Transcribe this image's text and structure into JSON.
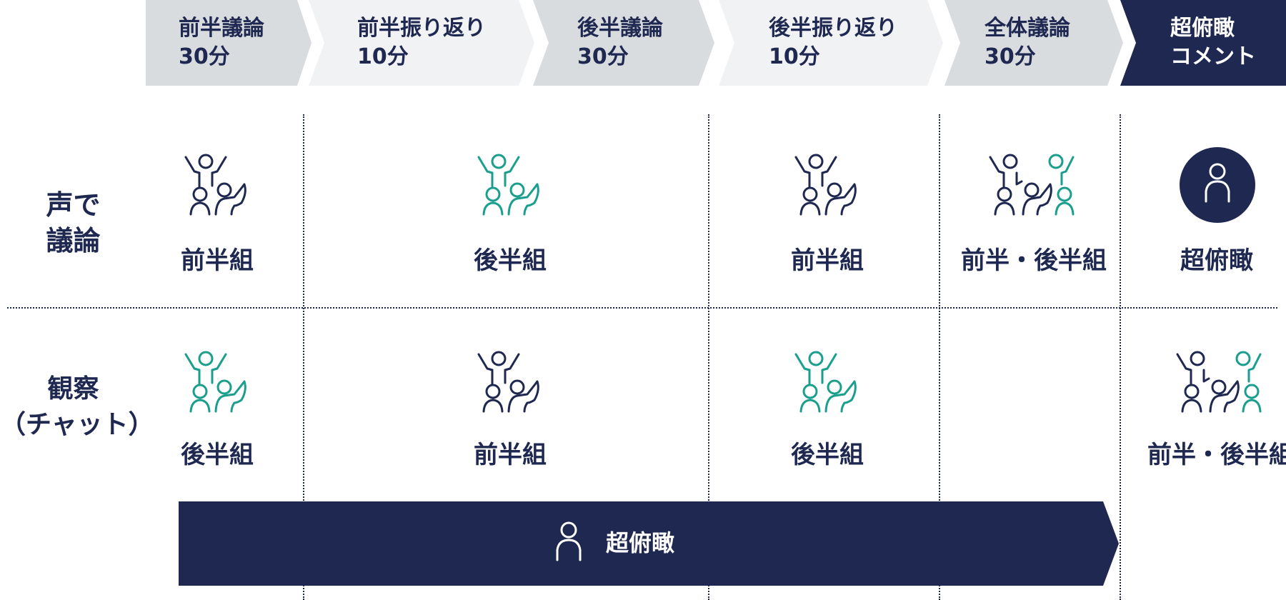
{
  "phases": [
    {
      "line1": "前半議論",
      "line2": "30分"
    },
    {
      "line1": "前半振り返り",
      "line2": "10分"
    },
    {
      "line1": "後半議論",
      "line2": "30分"
    },
    {
      "line1": "後半振り返り",
      "line2": "10分"
    },
    {
      "line1": "全体議論",
      "line2": "30分"
    },
    {
      "line1": "超俯瞰",
      "line2": "コメント"
    }
  ],
  "rows": {
    "voice": {
      "line1": "声で",
      "line2": "議論"
    },
    "chat": {
      "line1": "観察",
      "line2": "（チャット）"
    }
  },
  "voice_cells": [
    "前半組",
    "後半組",
    "前半組",
    "前半・後半組",
    "超俯瞰"
  ],
  "chat_cells": [
    "後半組",
    "前半組",
    "後半組",
    "前半・後半組"
  ],
  "bar": {
    "label": "超俯瞰"
  },
  "colors": {
    "navy": "#1e2851",
    "teal": "#1a9f8e",
    "phase_gray": "#d9dcdf",
    "phase_light": "#f1f2f4"
  },
  "icons": {
    "group_first": "group-people-icon-navy",
    "group_second": "group-people-icon-teal",
    "group_both": "combined-groups-icon",
    "overview": "person-icon"
  }
}
